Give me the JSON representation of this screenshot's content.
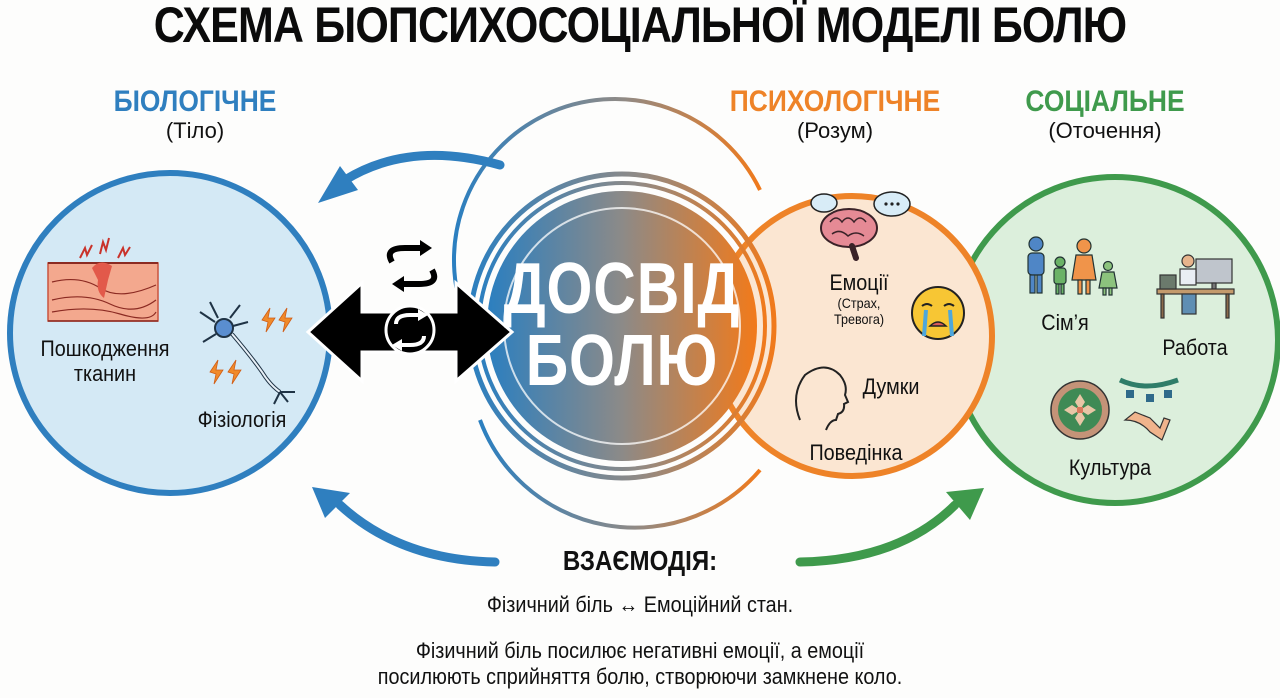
{
  "title": "СХЕМА БІОПСИХОСОЦІАЛЬНОЇ МОДЕЛІ БОЛЮ",
  "colors": {
    "biological": "#2f7fbf",
    "biological_fill": "#d4e9f5",
    "psychological": "#ee8328",
    "psychological_fill": "#fbe6d2",
    "social": "#3f9a4c",
    "social_fill": "#dcefdc",
    "center_gradient_left": "#2f7fbf",
    "center_gradient_right": "#f07a1c"
  },
  "biological": {
    "heading": "БІОЛОГІЧНЕ",
    "subheading": "(Тіло)",
    "items": [
      {
        "label_line1": "Пошкодження",
        "label_line2": "тканин",
        "icon": "tissue-damage-icon"
      },
      {
        "label": "Фізіологія",
        "icon": "neuron-icon"
      }
    ]
  },
  "center": {
    "line1": "ДОСВІД",
    "line2": "БОЛЮ",
    "connector_icon": "bidirectional-arrow-icon",
    "cycle_icons": [
      "cycle-arrows-icon",
      "cycle-arrows-icon"
    ]
  },
  "psychological": {
    "heading": "ПСИХОЛОГІЧНЕ",
    "subheading": "(Розум)",
    "items": [
      {
        "label": "Емоції",
        "detail_line1": "(Страх,",
        "detail_line2": "Тревога)",
        "icon": "brain-icon"
      },
      {
        "label": "Думки",
        "icon": "head-profile-icon"
      },
      {
        "label": "Поведінка"
      }
    ],
    "emoji_icon": "crying-face-icon"
  },
  "social": {
    "heading": "СОЦІАЛЬНЕ",
    "subheading": "(Оточення)",
    "items": [
      {
        "label": "Сім’я",
        "icon": "family-icon"
      },
      {
        "label": "Работа",
        "icon": "office-desk-icon"
      },
      {
        "label": "Культура",
        "icon": "ornament-icon"
      }
    ]
  },
  "interaction": {
    "heading": "ВЗАЄМОДІЯ:",
    "line_left": "Фізичний біль",
    "line_arrow": "↔",
    "line_right": "Емоційний стан.",
    "description_line1": "Фізичний біль посилює негативні емоції, а емоції",
    "description_line2": "посилюють сприйняття болю, створюючи замкнене коло."
  }
}
